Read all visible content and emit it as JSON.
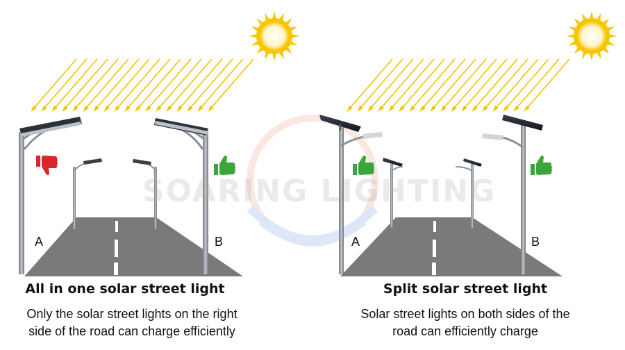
{
  "watermark_text": "SOARING LIGHTING",
  "panels": [
    {
      "title": "All in one solar street light",
      "description_line1": "Only the solar street lights on the right",
      "description_line2": "side of the road can charge efficiently",
      "label_left": "A",
      "label_right": "B",
      "left_icon": "thumbs-down-icon",
      "right_icon": "thumbs-up-icon"
    },
    {
      "title": "Split solar street light",
      "description_line1": "Solar street lights on both sides of the",
      "description_line2": "road can efficiently charge",
      "label_left": "A",
      "label_right": "B",
      "left_icon": "thumbs-up-icon",
      "right_icon": "thumbs-up-icon"
    }
  ],
  "colors": {
    "sun": "#f7c600",
    "rays": "#f2c300",
    "road": "#7a7a7a",
    "thumbs_up": "#3aa53a",
    "thumbs_down": "#d8262b",
    "pole": "#8a8f95"
  }
}
